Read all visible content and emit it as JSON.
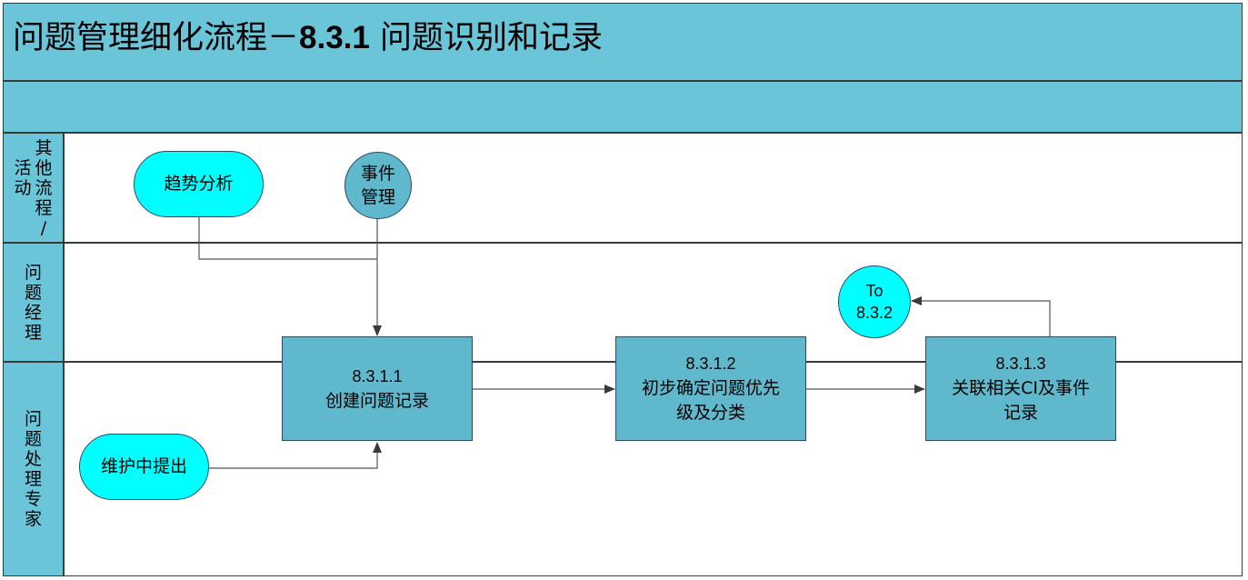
{
  "header": {
    "title_cn_prefix": "问题管理细化流程－",
    "title_num": "8.3.1",
    "title_cn_suffix": " 问题识别和记录"
  },
  "lanes": {
    "lane1": [
      "其",
      "他",
      "流",
      "程",
      "/"
    ],
    "lane1b": [
      "活",
      "动"
    ],
    "lane2": [
      "问",
      "题",
      "经",
      "理"
    ],
    "lane3": [
      "问",
      "题",
      "处",
      "理",
      "专",
      "家"
    ]
  },
  "nodes": {
    "trend": "趋势分析",
    "incident_l1": "事件",
    "incident_l2": "管理",
    "maintenance": "维护中提出",
    "p1_id": "8.3.1.1",
    "p1_l1": "创建问题记录",
    "p2_id": "8.3.1.2",
    "p2_l1": "初步确定问题优先",
    "p2_l2": "级及分类",
    "p3_id": "8.3.1.3",
    "p3_l1": "关联相关CI及事件",
    "p3_l2": "记录",
    "to_l1": "To",
    "to_l2": "8.3.2"
  },
  "colors": {
    "header_fill": "#6ac5d9",
    "process_fill": "#5fb8cc",
    "terminal_fill": "#00ffff",
    "line": "#3a3a3a"
  }
}
